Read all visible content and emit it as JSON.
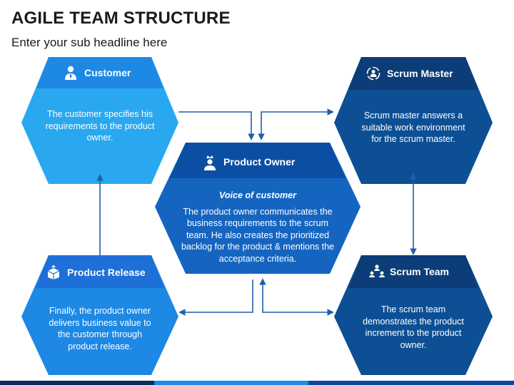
{
  "header": {
    "title": "AGILE TEAM STRUCTURE",
    "subtitle": "Enter your sub headline here"
  },
  "nodes": {
    "customer": {
      "title": "Customer",
      "icon": "person-icon",
      "text": "The customer specifies his requirements to the product owner.",
      "color_header": "#1e88e5",
      "color_body": "#29a8f0"
    },
    "scrum_master": {
      "title": "Scrum Master",
      "icon": "cycle-person-icon",
      "text": "Scrum master answers a suitable work environment for the scrum master.",
      "color_header": "#0d3d78",
      "color_body": "#0d4f94"
    },
    "product_owner": {
      "title": "Product Owner",
      "icon": "crowned-person-icon",
      "subtitle": "Voice of customer",
      "text": "The product owner communicates the business requirements to the scrum team. He also creates the prioritized backlog for the product & mentions the acceptance criteria.",
      "color_header": "#0a4fa3",
      "color_body": "#1565c0"
    },
    "product_release": {
      "title": "Product Release",
      "icon": "box-release-icon",
      "text": "Finally, the product owner delivers business value to the customer through product release.",
      "color_header": "#1e6fd8",
      "color_body": "#1e88e5"
    },
    "scrum_team": {
      "title": "Scrum Team",
      "icon": "team-icon",
      "text": "The scrum team demonstrates the product increment to the product owner.",
      "color_header": "#0d3d78",
      "color_body": "#0d4f94"
    }
  },
  "colors": {
    "arrow": "#1f5fa8",
    "title_text": "#1b1b1b"
  }
}
